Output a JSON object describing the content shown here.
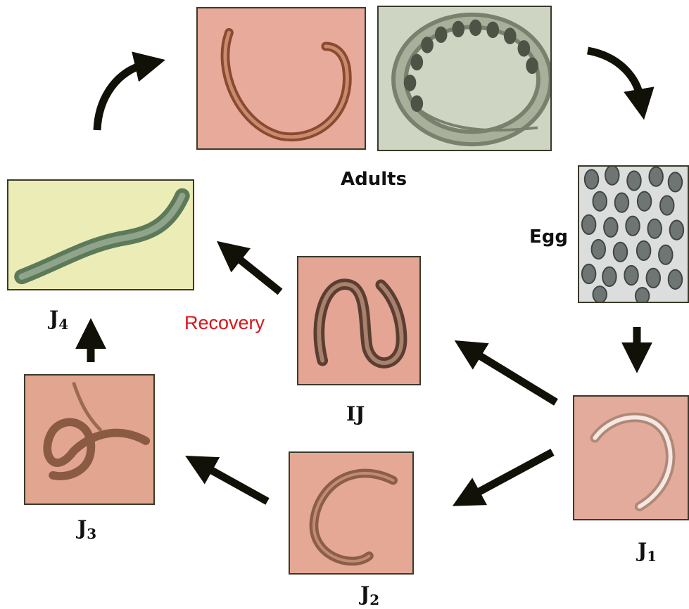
{
  "labels": {
    "adults": "Adults",
    "egg": "Egg",
    "j1": "J",
    "j1_sub": "1",
    "j2": "J",
    "j2_sub": "2",
    "j3": "J",
    "j3_sub": "3",
    "j4": "J",
    "j4_sub": "4",
    "ij": "IJ",
    "recovery": "Recovery"
  },
  "colors": {
    "arrow": "#111108",
    "recovery_text": "#d8141a",
    "pink_panel": "#e6a898",
    "green_panel": "#c8cfbe",
    "yellow_panel": "#eaeab2",
    "egg_panel": "#d8dada"
  }
}
